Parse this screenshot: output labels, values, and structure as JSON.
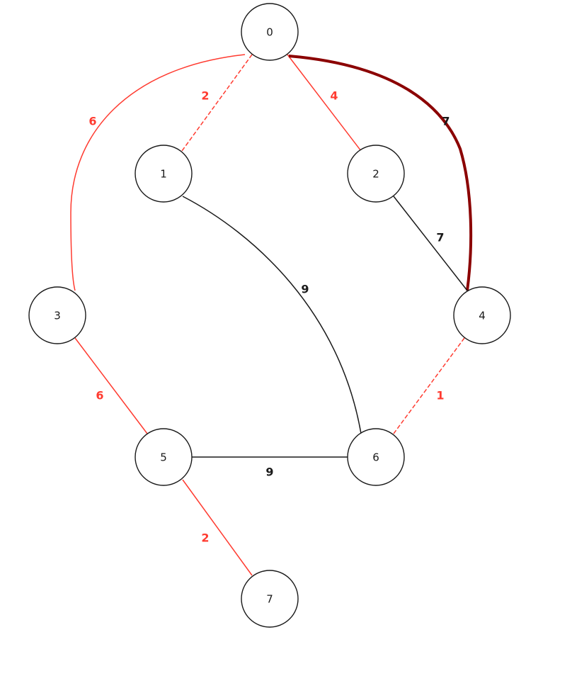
{
  "colors": {
    "red": "#ff3b30",
    "black": "#1a1a1a",
    "dark_red": "#8b0000"
  },
  "nodes": [
    {
      "id": 0,
      "label": "0"
    },
    {
      "id": 1,
      "label": "1"
    },
    {
      "id": 2,
      "label": "2"
    },
    {
      "id": 3,
      "label": "3"
    },
    {
      "id": 4,
      "label": "4"
    },
    {
      "id": 5,
      "label": "5"
    },
    {
      "id": 6,
      "label": "6"
    },
    {
      "id": 7,
      "label": "7"
    }
  ],
  "edges": [
    {
      "from": 0,
      "to": 1,
      "weight": "2",
      "color": "red",
      "dashed": true,
      "bold": false
    },
    {
      "from": 0,
      "to": 2,
      "weight": "4",
      "color": "red",
      "dashed": false,
      "bold": false
    },
    {
      "from": 0,
      "to": 3,
      "weight": "6",
      "color": "red",
      "dashed": false,
      "bold": false
    },
    {
      "from": 0,
      "to": 4,
      "weight": "7",
      "color": "dark_red",
      "dashed": false,
      "bold": true
    },
    {
      "from": 1,
      "to": 6,
      "weight": "9",
      "color": "black",
      "dashed": false,
      "bold": false
    },
    {
      "from": 2,
      "to": 4,
      "weight": "7",
      "color": "black",
      "dashed": false,
      "bold": false
    },
    {
      "from": 3,
      "to": 5,
      "weight": "6",
      "color": "red",
      "dashed": false,
      "bold": false
    },
    {
      "from": 4,
      "to": 6,
      "weight": "1",
      "color": "red",
      "dashed": true,
      "bold": false
    },
    {
      "from": 5,
      "to": 6,
      "weight": "9",
      "color": "black",
      "dashed": false,
      "bold": false
    },
    {
      "from": 5,
      "to": 7,
      "weight": "2",
      "color": "red",
      "dashed": false,
      "bold": false
    }
  ]
}
